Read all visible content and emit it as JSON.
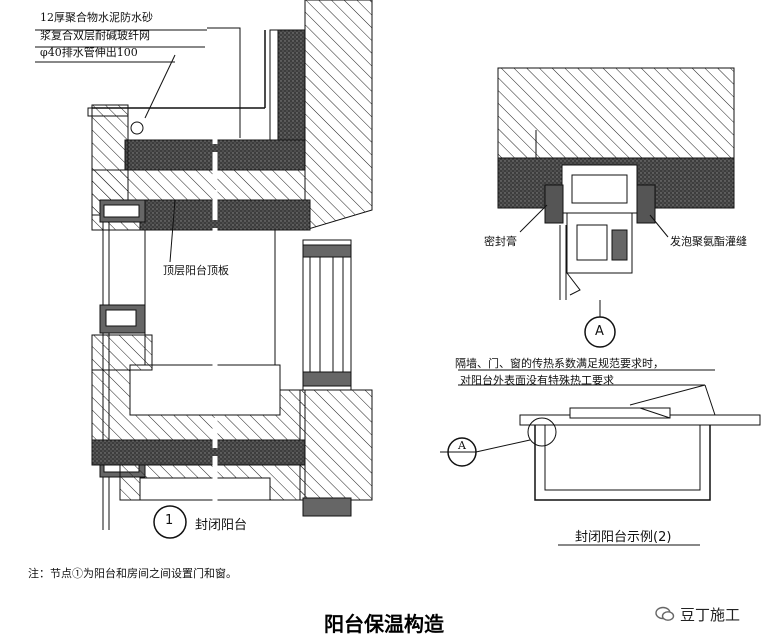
{
  "callouts": {
    "top_left_1": "12厚聚合物水泥防水砂",
    "top_left_2": "浆复合双层耐碱玻纤网",
    "top_left_3": "φ40排水管伸出100",
    "roof_slab": "顶层阳台顶板",
    "sealant": "密封膏",
    "foam": "发泡聚氨酯灌缝",
    "req_1": "隔墙、门、窗的传热系数满足规范要求时，",
    "req_2": "对阳台外表面没有特殊热工要求"
  },
  "markers": {
    "detail_a_top": "A",
    "detail_a_left": "A",
    "node_number": "1"
  },
  "captions": {
    "closed_balcony": "封闭阳台",
    "closed_balcony_example": "封闭阳台示例(2)"
  },
  "note": "注：节点①为阳台和房间之间设置门和窗。",
  "page_title": "阳台保温构造",
  "watermark": "豆丁施工",
  "colors": {
    "line": "#111111",
    "insulation": "#4a4a4a",
    "hatch": "#222222"
  }
}
